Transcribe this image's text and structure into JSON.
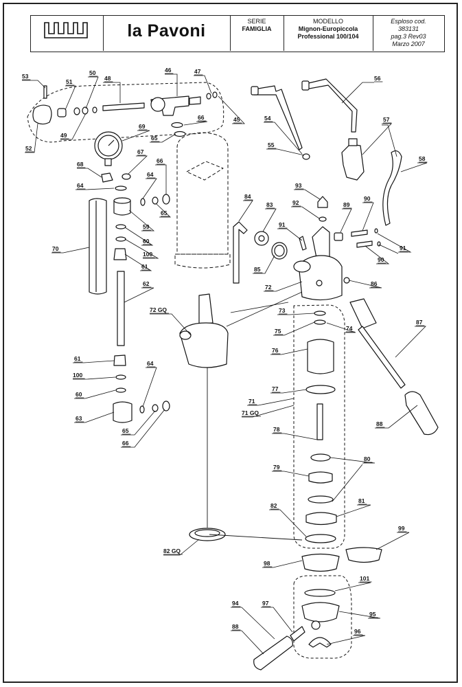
{
  "title_block": {
    "brand": "la Pavoni",
    "serie_label": "SERIE",
    "famiglia_label": "FAMIGLIA",
    "modello_label": "MODELLO",
    "model_line1": "Mignon-Europiccola",
    "model_line2": "Professional 100/104",
    "esploso_label": "Esploso cod.",
    "code": "383131",
    "page": "pag.3 Rev03",
    "date": "Marzo 2007"
  },
  "part_labels": [
    {
      "id": "53",
      "text": "53"
    },
    {
      "id": "51",
      "text": "51"
    },
    {
      "id": "50",
      "text": "50"
    },
    {
      "id": "48",
      "text": "48"
    },
    {
      "id": "46",
      "text": "46"
    },
    {
      "id": "47",
      "text": "47"
    },
    {
      "id": "45",
      "text": "45"
    },
    {
      "id": "52",
      "text": "52"
    },
    {
      "id": "49",
      "text": "49"
    },
    {
      "id": "69",
      "text": "69"
    },
    {
      "id": "65a",
      "text": "65"
    },
    {
      "id": "66a",
      "text": "66"
    },
    {
      "id": "68",
      "text": "68"
    },
    {
      "id": "67",
      "text": "67"
    },
    {
      "id": "66b",
      "text": "66"
    },
    {
      "id": "64a",
      "text": "64"
    },
    {
      "id": "64b",
      "text": "64"
    },
    {
      "id": "65b",
      "text": "65"
    },
    {
      "id": "59",
      "text": "59"
    },
    {
      "id": "60a",
      "text": "60"
    },
    {
      "id": "70",
      "text": "70"
    },
    {
      "id": "100a",
      "text": "100"
    },
    {
      "id": "61a",
      "text": "61"
    },
    {
      "id": "62",
      "text": "62"
    },
    {
      "id": "72gq",
      "text": "72 GQ"
    },
    {
      "id": "61b",
      "text": "61"
    },
    {
      "id": "100b",
      "text": "100"
    },
    {
      "id": "60b",
      "text": "60"
    },
    {
      "id": "64c",
      "text": "64"
    },
    {
      "id": "63",
      "text": "63"
    },
    {
      "id": "65c",
      "text": "65"
    },
    {
      "id": "66c",
      "text": "66"
    },
    {
      "id": "82gq",
      "text": "82 GQ"
    },
    {
      "id": "56",
      "text": "56"
    },
    {
      "id": "54",
      "text": "54"
    },
    {
      "id": "55",
      "text": "55"
    },
    {
      "id": "57",
      "text": "57"
    },
    {
      "id": "58",
      "text": "58"
    },
    {
      "id": "93",
      "text": "93"
    },
    {
      "id": "84",
      "text": "84"
    },
    {
      "id": "83",
      "text": "83"
    },
    {
      "id": "92",
      "text": "92"
    },
    {
      "id": "89",
      "text": "89"
    },
    {
      "id": "90a",
      "text": "90"
    },
    {
      "id": "91a",
      "text": "91"
    },
    {
      "id": "91b",
      "text": "91"
    },
    {
      "id": "90b",
      "text": "90"
    },
    {
      "id": "85",
      "text": "85"
    },
    {
      "id": "72",
      "text": "72"
    },
    {
      "id": "86",
      "text": "86"
    },
    {
      "id": "73",
      "text": "73"
    },
    {
      "id": "75",
      "text": "75"
    },
    {
      "id": "74",
      "text": "74"
    },
    {
      "id": "87",
      "text": "87"
    },
    {
      "id": "76",
      "text": "76"
    },
    {
      "id": "77",
      "text": "77"
    },
    {
      "id": "71",
      "text": "71"
    },
    {
      "id": "71gq",
      "text": "71 GQ"
    },
    {
      "id": "88a",
      "text": "88"
    },
    {
      "id": "78",
      "text": "78"
    },
    {
      "id": "80",
      "text": "80"
    },
    {
      "id": "79",
      "text": "79"
    },
    {
      "id": "81",
      "text": "81"
    },
    {
      "id": "82",
      "text": "82"
    },
    {
      "id": "99",
      "text": "99"
    },
    {
      "id": "98",
      "text": "98"
    },
    {
      "id": "101",
      "text": "101"
    },
    {
      "id": "94",
      "text": "94"
    },
    {
      "id": "97",
      "text": "97"
    },
    {
      "id": "95",
      "text": "95"
    },
    {
      "id": "88b",
      "text": "88"
    },
    {
      "id": "96",
      "text": "96"
    }
  ]
}
